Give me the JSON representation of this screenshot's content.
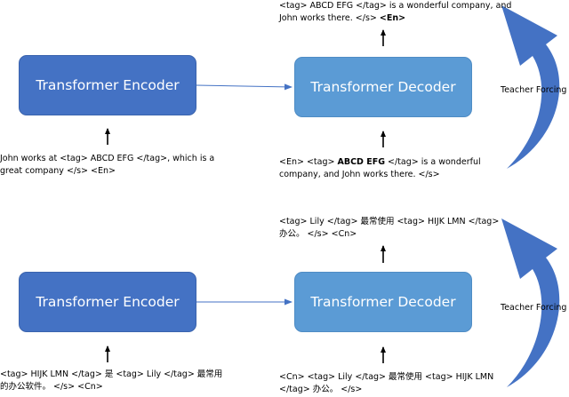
{
  "top": {
    "encoder_label": "Transformer Encoder",
    "decoder_label": "Transformer Decoder",
    "output_line1": "<tag> ABCD EFG </tag> is a wonderful company, and",
    "output_line2a": "John works there. </s> ",
    "output_line2b": "<En>",
    "input_line1": "John works at <tag> ABCD EFG </tag>, which is a",
    "input_line2": "great company </s> <En>",
    "dec_input_line1a": "<En> <tag> ",
    "dec_input_line1b": "ABCD EFG",
    "dec_input_line1c": " </tag> is a wonderful",
    "dec_input_line2": "company, and John works there. </s>",
    "teacher_forcing": "Teacher Forcing"
  },
  "bottom": {
    "encoder_label": "Transformer Encoder",
    "decoder_label": "Transformer Decoder",
    "output_line1": "<tag> Lily </tag> 最常使用 <tag> HIJK LMN </tag>",
    "output_line2": "办公。 </s> <Cn>",
    "input_line1": "<tag> HIJK LMN </tag> 是 <tag> Lily </tag> 最常用",
    "input_line2": "的办公软件。 </s> <Cn>",
    "dec_input_line1": "<Cn> <tag> Lily </tag> 最常使用 <tag> HIJK LMN",
    "dec_input_line2": "</tag> 办公。 </s>",
    "teacher_forcing": "Teacher Forcing"
  },
  "colors": {
    "encoder": "#4472c4",
    "decoder": "#5b9bd5",
    "curved_arrow": "#4472c4"
  }
}
